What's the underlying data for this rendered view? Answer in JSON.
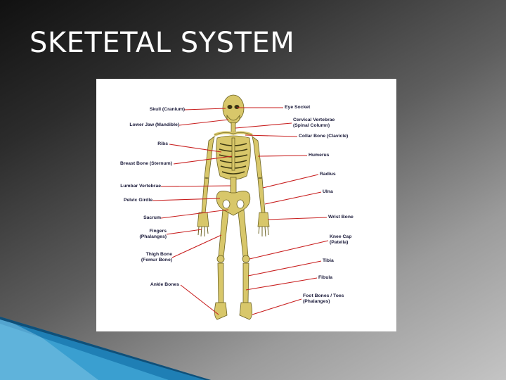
{
  "slide": {
    "title": "SKETETAL SYSTEM"
  },
  "diagram": {
    "left_labels": [
      {
        "id": "skull",
        "text": "Skull (Cranium)"
      },
      {
        "id": "lower-jaw",
        "text": "Lower Jaw (Mandible)"
      },
      {
        "id": "ribs",
        "text": "Ribs"
      },
      {
        "id": "breast-bone",
        "text": "Breast Bone (Sternum)"
      },
      {
        "id": "lumbar",
        "text": "Lumbar Vertebrae"
      },
      {
        "id": "pelvic",
        "text": "Pelvic Girdle"
      },
      {
        "id": "sacrum",
        "text": "Sacrum"
      },
      {
        "id": "fingers",
        "text": "Fingers\n(Phalanges)"
      },
      {
        "id": "thigh",
        "text": "Thigh Bone\n(Femur Bone)"
      },
      {
        "id": "ankle",
        "text": "Ankle Bones"
      }
    ],
    "right_labels": [
      {
        "id": "eye-socket",
        "text": "Eye Socket"
      },
      {
        "id": "cervical",
        "text": "Cervical Vertebrae\n(Spinal Column)"
      },
      {
        "id": "collar",
        "text": "Collar Bone (Clavicle)"
      },
      {
        "id": "humerus",
        "text": "Humerus"
      },
      {
        "id": "radius",
        "text": "Radius"
      },
      {
        "id": "ulna",
        "text": "Ulna"
      },
      {
        "id": "wrist",
        "text": "Wrist Bone"
      },
      {
        "id": "knee",
        "text": "Knee Cap\n(Patella)"
      },
      {
        "id": "tibia",
        "text": "Tibia"
      },
      {
        "id": "fibula",
        "text": "Fibula"
      },
      {
        "id": "foot",
        "text": "Foot Bones / Toes\n(Phalanges)"
      }
    ],
    "colors": {
      "bone": "#d8c76a",
      "bone_outline": "#6b6222",
      "pointer": "#c81e1e",
      "label": "#1a1a3a"
    }
  },
  "decor": {
    "corner_colors": [
      "#1f7fb5",
      "#3a9fd0",
      "#7ec2e4",
      "#0f4f78"
    ]
  }
}
